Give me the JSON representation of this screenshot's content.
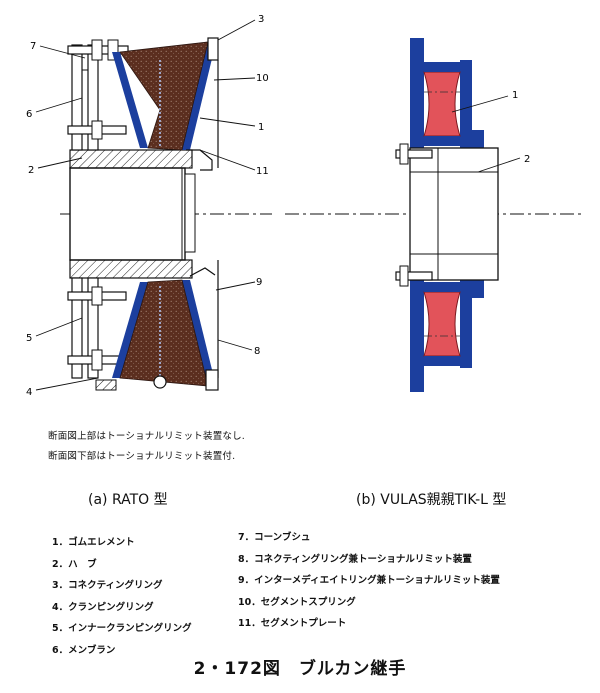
{
  "diagram_a": {
    "callouts": [
      "1",
      "2",
      "3",
      "4",
      "5",
      "6",
      "7",
      "8",
      "9",
      "10",
      "11"
    ],
    "notes": [
      "断面図上部はトーショナルリミット装置なし.",
      "断面図下部はトーショナルリミット装置付."
    ],
    "caption_prefix": "(a)",
    "caption": "RATO 型"
  },
  "diagram_b": {
    "callouts": [
      "1",
      "2"
    ],
    "caption_prefix": "(b)",
    "caption": "VULAS親親TIK-L 型"
  },
  "legend_left": [
    "1．ゴムエレメント",
    "2．ハ　ブ",
    "3．コネクティングリング",
    "4．クランピングリング",
    "5．インナークランピングリング",
    "6．メンブラン"
  ],
  "legend_right": [
    "7．コーンブシュ",
    "8．コネクティングリング兼トーショナルリミット装置",
    "9．インターメディエイトリング兼トーショナルリミット装置",
    "10．セグメントスプリング",
    "11．セグメントプレート"
  ],
  "figure_title": "2・172図　ブルカン継手",
  "colors": {
    "rubber_a": "#5b2e1f",
    "steel_blue": "#1c3f9e",
    "rubber_b": "#e2535a",
    "ink": "#111111"
  }
}
